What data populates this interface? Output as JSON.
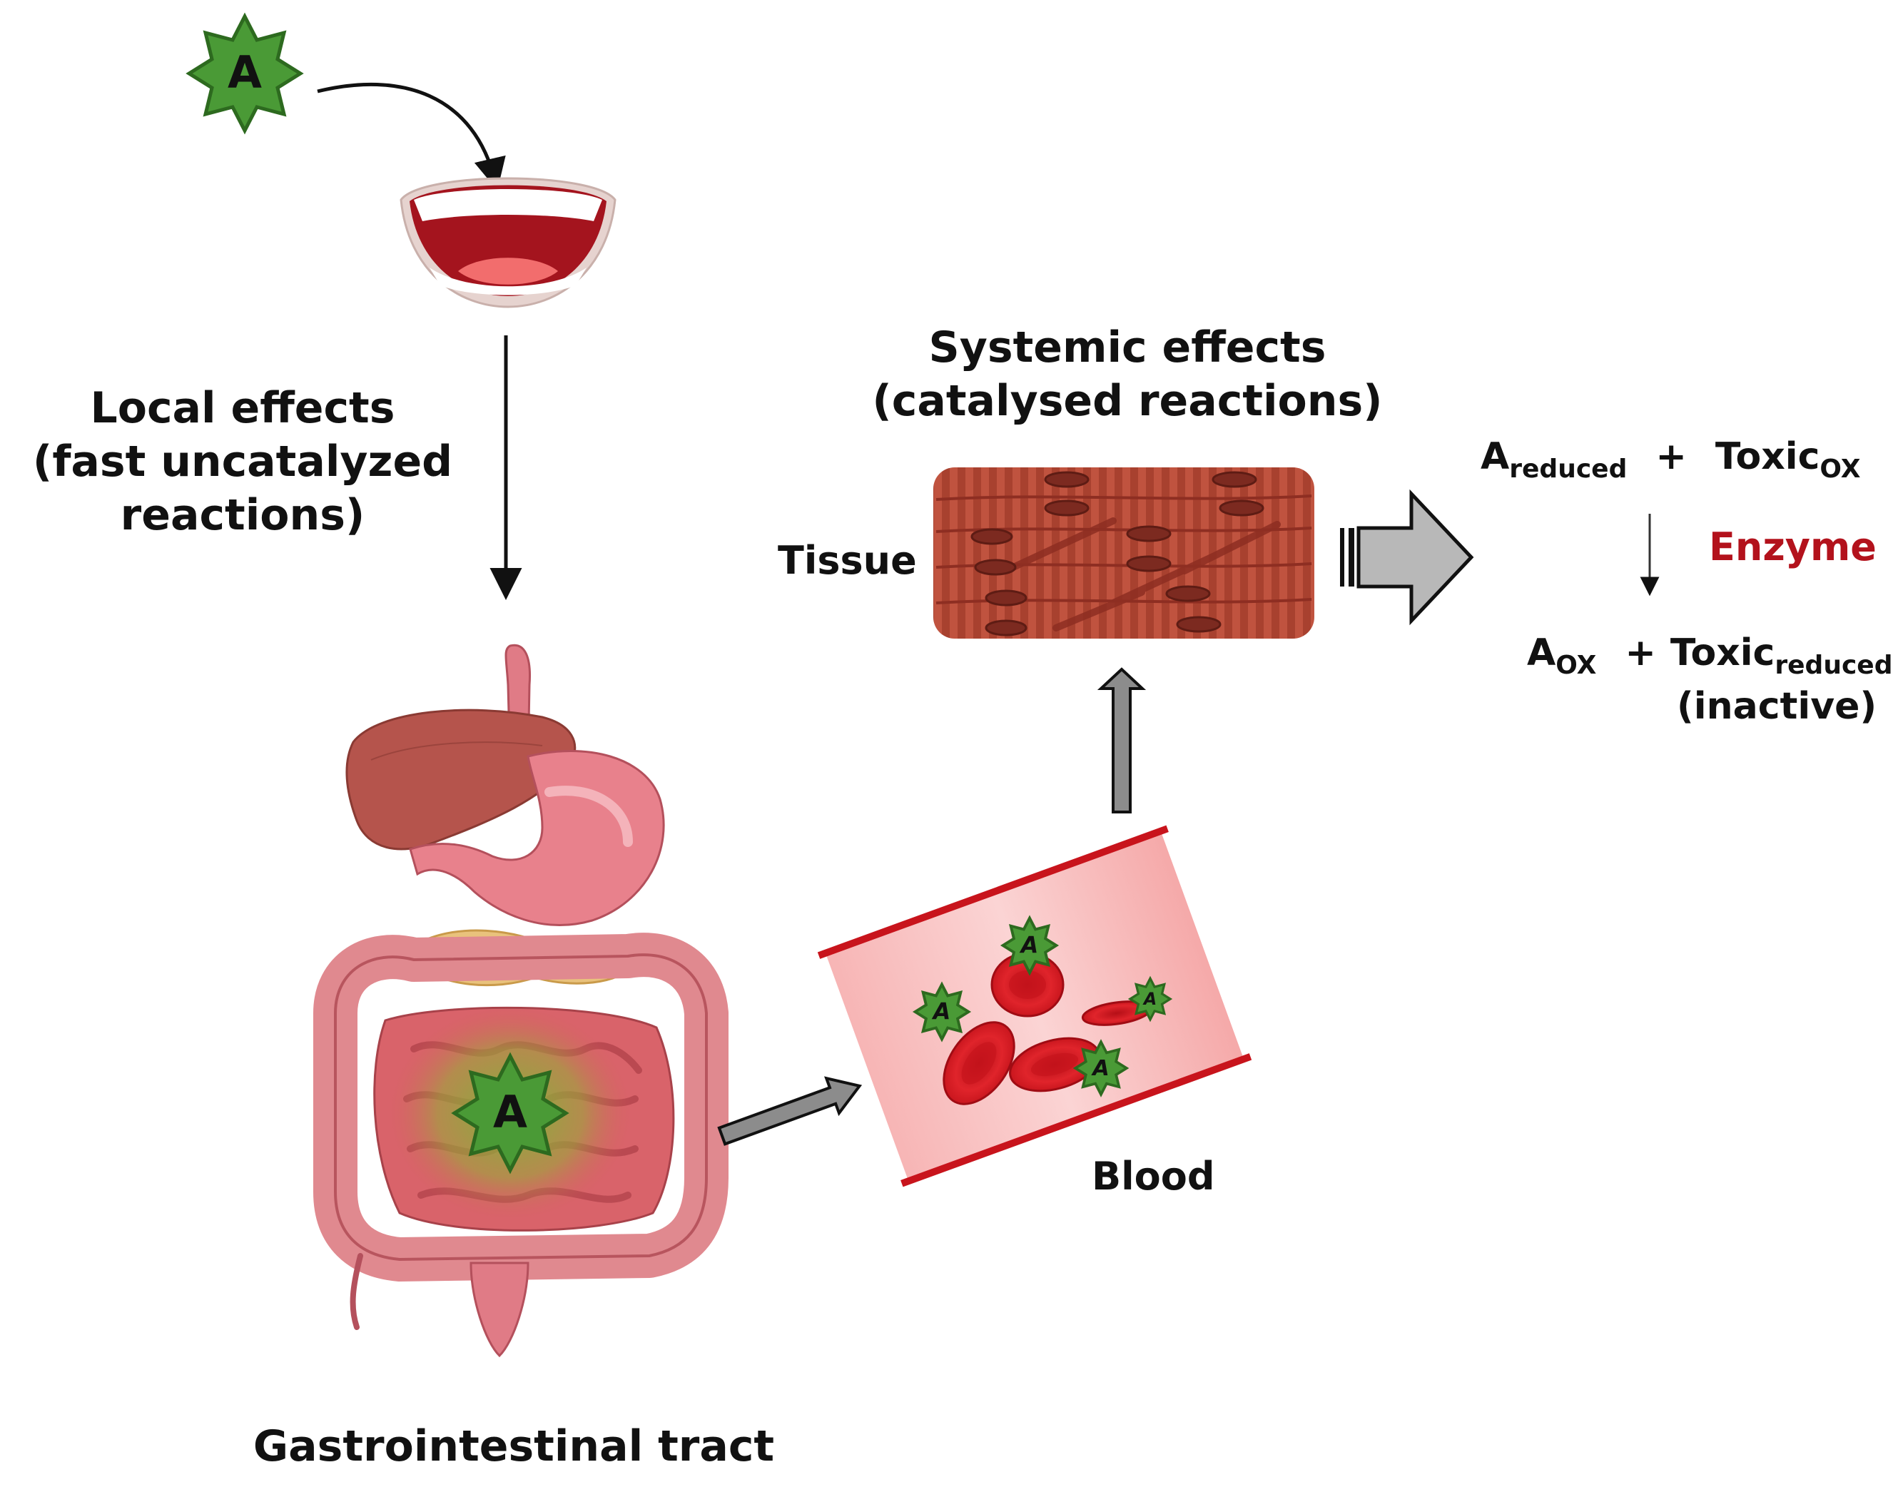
{
  "colors": {
    "star_fill": "#4a9a36",
    "star_stroke": "#2d6a1f",
    "blood_vessel": "#c8141c",
    "rbc": "#d8141c",
    "muscle": "#b84a38",
    "gray_arrow": "#a6a6a6",
    "enzyme_text": "#b3121c"
  },
  "icons": {
    "star": "green-star-badge",
    "mouth": "mouth-icon",
    "gi": "gastrointestinal-tract-icon",
    "tissue": "muscle-tissue-icon",
    "blood": "blood-vessel-icon"
  },
  "labels": {
    "star_letter": "A",
    "local_effects_1": "Local effects",
    "local_effects_2": "(fast uncatalyzed",
    "local_effects_3": "reactions)",
    "systemic_1": "Systemic effects",
    "systemic_2": "(catalysed reactions)",
    "tissue": "Tissue",
    "blood": "Blood",
    "gi": "Gastrointestinal tract"
  },
  "reaction": {
    "reactant1_base": "A",
    "reactant1_sub": "reduced",
    "plus": "+",
    "reactant2_base": "Toxic",
    "reactant2_sub": "OX",
    "enzyme": "Enzyme",
    "product1_base": "A",
    "product1_sub": "OX",
    "product2_base": "Toxic",
    "product2_sub": "reduced",
    "product2_note": "(inactive)"
  }
}
